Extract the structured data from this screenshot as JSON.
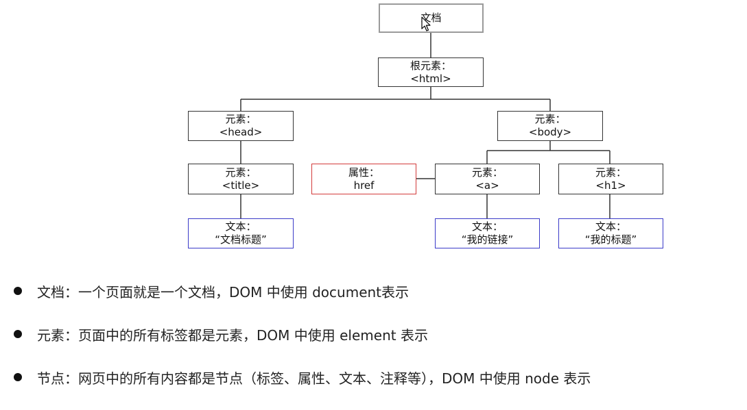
{
  "diagram": {
    "nodes": {
      "document": {
        "line1": "文档",
        "line2": ""
      },
      "html": {
        "line1": "根元素：",
        "line2": "<html>"
      },
      "head": {
        "line1": "元素：",
        "line2": "<head>"
      },
      "body": {
        "line1": "元素：",
        "line2": "<body>"
      },
      "title": {
        "line1": "元素：",
        "line2": "<title>"
      },
      "href": {
        "line1": "属性：",
        "line2": "href"
      },
      "a": {
        "line1": "元素：",
        "line2": "<a>"
      },
      "h1": {
        "line1": "元素：",
        "line2": "<h1>"
      },
      "title_text": {
        "line1": "文本：",
        "line2": "“文档标题”"
      },
      "a_text": {
        "line1": "文本：",
        "line2": "“我的链接”"
      },
      "h1_text": {
        "line1": "文本：",
        "line2": "“我的标题”"
      }
    },
    "colors": {
      "line": "#333333",
      "document_border": "#9a9a9a",
      "attribute_border": "#d23a3a",
      "text_border": "#3a3ac8"
    }
  },
  "bullets": [
    "文档：一个页面就是一个文档，DOM 中使用 document表示",
    "元素：页面中的所有标签都是元素，DOM 中使用 element 表示",
    "节点：网页中的所有内容都是节点（标签、属性、文本、注释等），DOM 中使用 node 表示"
  ]
}
